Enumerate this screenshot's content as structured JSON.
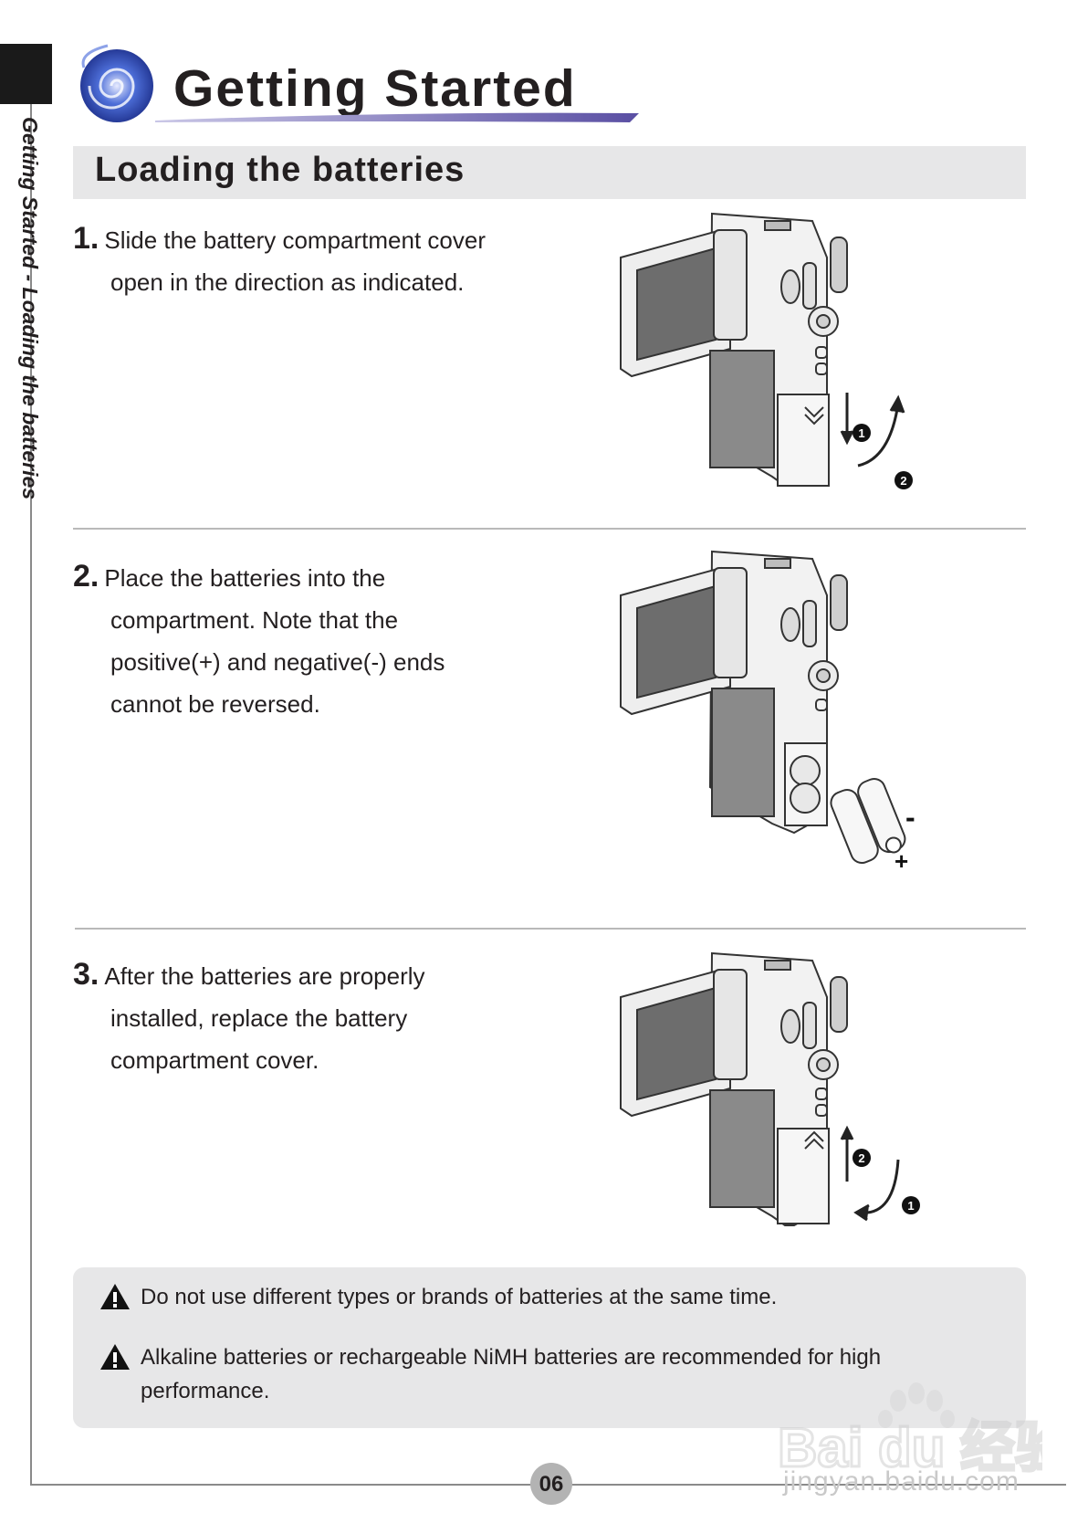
{
  "side_label": "Getting Started - Loading the batteries",
  "header": {
    "title": "Getting Started"
  },
  "section": {
    "title": "Loading the batteries"
  },
  "steps": [
    {
      "number": "1.",
      "lines": [
        "Slide the battery compartment cover",
        "open in the direction as indicated."
      ]
    },
    {
      "number": "2.",
      "lines": [
        "Place the batteries into the",
        "compartment. Note that the",
        "positive(+) and negative(-) ends",
        "cannot be reversed."
      ]
    },
    {
      "number": "3.",
      "lines": [
        "After the batteries are properly",
        "installed, replace the battery",
        "compartment cover."
      ]
    }
  ],
  "figure_marks": {
    "step1": {
      "arrow1": "1",
      "arrow2": "2"
    },
    "step2": {
      "minus": "-",
      "plus": "+"
    },
    "step3": {
      "arrow1": "1",
      "arrow2": "2"
    }
  },
  "notes": [
    "Do not use different types or brands of batteries at the same time.",
    "Alkaline batteries or rechargeable NiMH batteries are recommended for high performance."
  ],
  "page_number": "06",
  "watermark": {
    "brand": "Bai du 经验",
    "url": "jingyan.baidu.com"
  },
  "colors": {
    "accent_purple": "#5a4fa3",
    "band_gray": "#e7e7e8",
    "text": "#231f20"
  }
}
